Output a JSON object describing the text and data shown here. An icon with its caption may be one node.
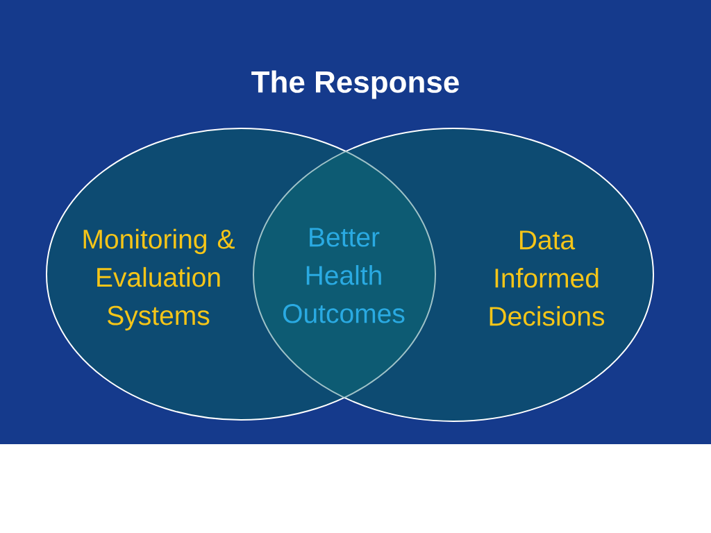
{
  "diagram": {
    "title": "The Response",
    "nodes": [
      {
        "text": [
          "Monitoring & Evaluation Systems"
        ]
      },
      {
        "text": [
          "Data Informed Decisions"
        ]
      },
      {
        "text": [
          "Better Health Outcomes"
        ]
      }
    ]
  }
}
